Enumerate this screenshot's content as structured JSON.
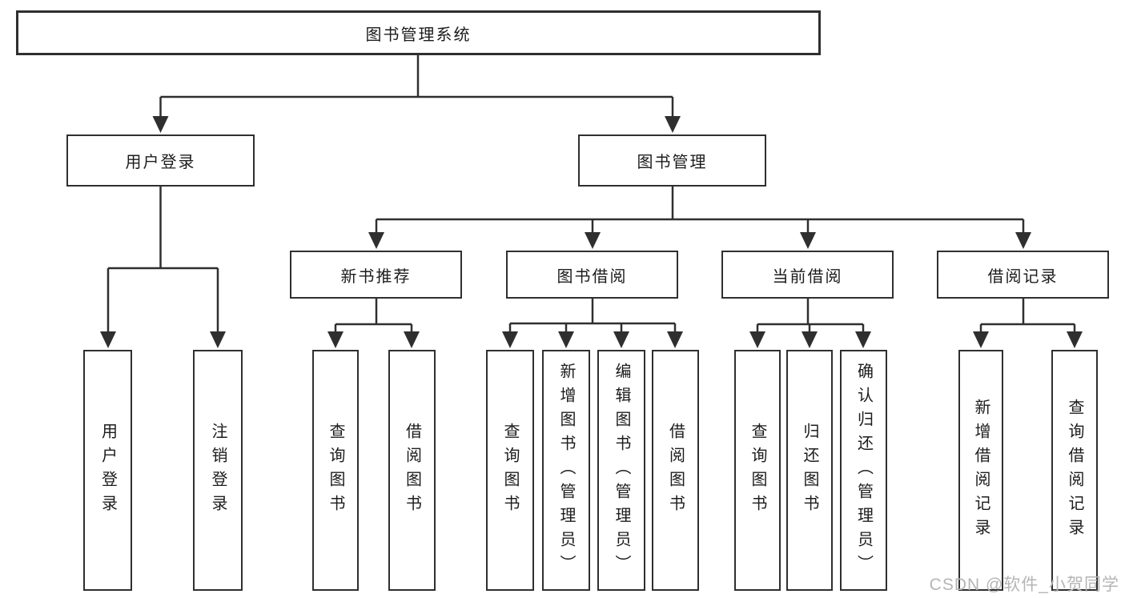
{
  "tree": {
    "label": "图书管理系统",
    "children": [
      {
        "label": "用户登录",
        "children": [
          {
            "label": "用户登录"
          },
          {
            "label": "注销登录"
          }
        ]
      },
      {
        "label": "图书管理",
        "children": [
          {
            "label": "新书推荐",
            "children": [
              {
                "label": "查询图书"
              },
              {
                "label": "借阅图书"
              }
            ]
          },
          {
            "label": "图书借阅",
            "children": [
              {
                "label": "查询图书"
              },
              {
                "label": "新增图书（管理员）"
              },
              {
                "label": "编辑图书（管理员）"
              },
              {
                "label": "借阅图书"
              }
            ]
          },
          {
            "label": "当前借阅",
            "children": [
              {
                "label": "查询图书"
              },
              {
                "label": "归还图书"
              },
              {
                "label": "确认归还（管理员）"
              }
            ]
          },
          {
            "label": "借阅记录",
            "children": [
              {
                "label": "新增借阅记录"
              },
              {
                "label": "查询借阅记录"
              }
            ]
          }
        ]
      }
    ]
  },
  "watermark": "CSDN @软件_小贺同学",
  "colors": {
    "line": "#2f2f2f",
    "box_border": "#2f2f2f",
    "text": "#1c1c1c",
    "watermark": "#b5b5b5",
    "background": "#ffffff"
  }
}
